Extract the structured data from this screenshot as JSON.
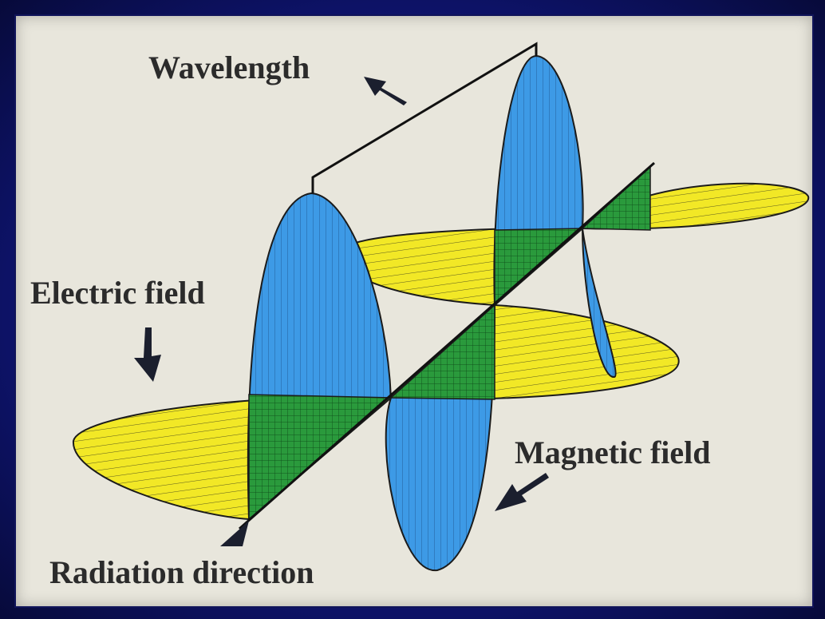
{
  "labels": {
    "wavelength": "Wavelength",
    "electric_field": "Electric field",
    "magnetic_field": "Magnetic field",
    "radiation_direction": "Radiation direction"
  },
  "colors": {
    "frame": "#0d1266",
    "panel_bg": "#e8e6dc",
    "electric_wave": "#f2e826",
    "magnetic_wave": "#3d9ae6",
    "overlap": "#2a9a3c",
    "outline": "#1b1b1b"
  }
}
